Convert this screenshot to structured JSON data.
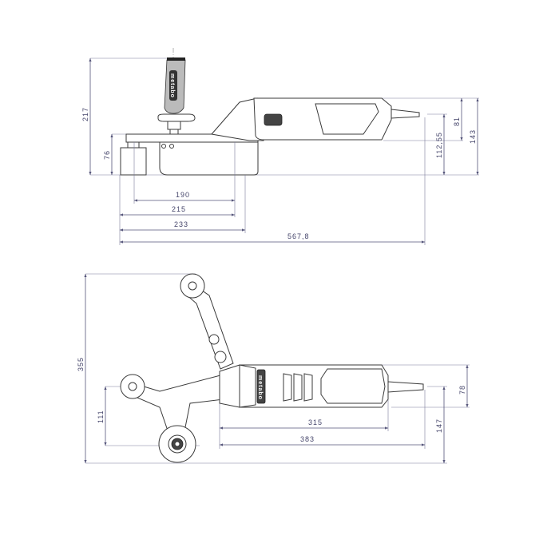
{
  "side_view": {
    "dimensions": {
      "overall_height": "217",
      "roller_height": "76",
      "body_height": "81",
      "axis_height": "112,55",
      "total_height": "143",
      "roller_span_inner": "190",
      "roller_span": "215",
      "head_length": "233",
      "overall_length": "567,8"
    },
    "handle_brand": "metabo"
  },
  "top_view": {
    "dimensions": {
      "overall_height": "355",
      "roller_offset": "111",
      "body_width": "78",
      "axis_offset": "147",
      "body_length": "315",
      "overall_length": "383"
    },
    "body_brand": "metabo"
  },
  "colors": {
    "dimension": "#55557a",
    "outline": "#3a3a3a"
  }
}
